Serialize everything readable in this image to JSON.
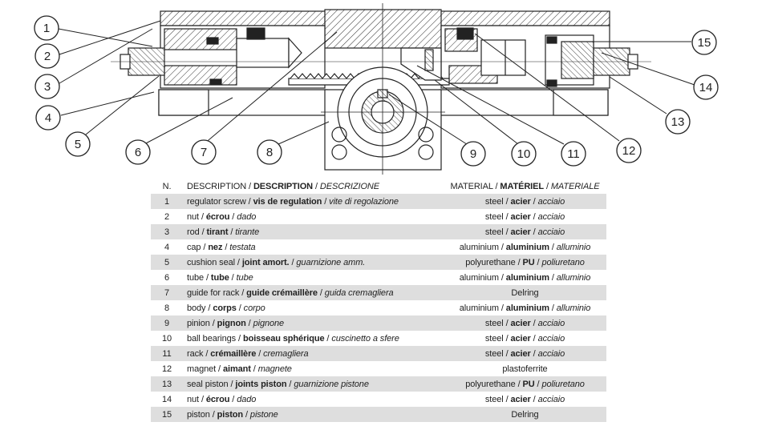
{
  "diagram": {
    "callouts": [
      "1",
      "2",
      "3",
      "4",
      "5",
      "6",
      "7",
      "8",
      "9",
      "10",
      "11",
      "12",
      "13",
      "14",
      "15"
    ]
  },
  "table": {
    "headers": {
      "n": "N.",
      "description": {
        "en": "DESCRIPTION",
        "fr": "DESCRIPTION",
        "it": "DESCRIZIONE"
      },
      "material": {
        "en": "MATERIAL",
        "fr": "MATÉRIEL",
        "it": "MATERIALE"
      }
    },
    "rows": [
      {
        "n": "1",
        "desc": {
          "en": "regulator screw",
          "fr": "vis de regulation",
          "it": "vite di regolazione"
        },
        "mat": {
          "en": "steel",
          "fr": "acier",
          "it": "acciaio"
        }
      },
      {
        "n": "2",
        "desc": {
          "en": "nut",
          "fr": "écrou",
          "it": "dado"
        },
        "mat": {
          "en": "steel",
          "fr": "acier",
          "it": "acciaio"
        }
      },
      {
        "n": "3",
        "desc": {
          "en": "rod",
          "fr": "tirant",
          "it": "tirante"
        },
        "mat": {
          "en": "steel",
          "fr": "acier",
          "it": "acciaio"
        }
      },
      {
        "n": "4",
        "desc": {
          "en": "cap",
          "fr": "nez",
          "it": "testata"
        },
        "mat": {
          "en": "aluminium",
          "fr": "aluminium",
          "it": "alluminio"
        }
      },
      {
        "n": "5",
        "desc": {
          "en": "cushion seal",
          "fr": "joint amort.",
          "it": "guarnizione amm."
        },
        "mat": {
          "en": "polyurethane",
          "fr": "PU",
          "it": "poliuretano"
        }
      },
      {
        "n": "6",
        "desc": {
          "en": "tube",
          "fr": "tube",
          "it": "tube"
        },
        "mat": {
          "en": "aluminium",
          "fr": "aluminium",
          "it": "alluminio"
        }
      },
      {
        "n": "7",
        "desc": {
          "en": "guide for rack",
          "fr": "guide crémaillère",
          "it": "guida cremagliera"
        },
        "mat": {
          "single": "Delring"
        }
      },
      {
        "n": "8",
        "desc": {
          "en": "body",
          "fr": "corps",
          "it": "corpo"
        },
        "mat": {
          "en": "aluminium",
          "fr": "aluminium",
          "it": "alluminio"
        }
      },
      {
        "n": "9",
        "desc": {
          "en": "pinion",
          "fr": "pignon",
          "it": "pignone"
        },
        "mat": {
          "en": "steel",
          "fr": "acier",
          "it": "acciaio"
        }
      },
      {
        "n": "10",
        "desc": {
          "en": "ball bearings",
          "fr": "boisseau sphérique",
          "it": "cuscinetto a sfere"
        },
        "mat": {
          "en": "steel",
          "fr": "acier",
          "it": "acciaio"
        }
      },
      {
        "n": "11",
        "desc": {
          "en": "rack",
          "fr": "crémaillère",
          "it": "cremagliera"
        },
        "mat": {
          "en": "steel",
          "fr": "acier",
          "it": "acciaio"
        }
      },
      {
        "n": "12",
        "desc": {
          "en": "magnet",
          "fr": "aimant",
          "it": "magnete"
        },
        "mat": {
          "single": "plastoferrite"
        }
      },
      {
        "n": "13",
        "desc": {
          "en": "seal piston",
          "fr": "joints piston",
          "it": "guarnizione pistone"
        },
        "mat": {
          "en": "polyurethane",
          "fr": "PU",
          "it": "poliuretano"
        }
      },
      {
        "n": "14",
        "desc": {
          "en": "nut",
          "fr": "écrou",
          "it": "dado"
        },
        "mat": {
          "en": "steel",
          "fr": "acier",
          "it": "acciaio"
        }
      },
      {
        "n": "15",
        "desc": {
          "en": "piston",
          "fr": "piston",
          "it": "pistone"
        },
        "mat": {
          "single": "Delring"
        }
      }
    ]
  }
}
